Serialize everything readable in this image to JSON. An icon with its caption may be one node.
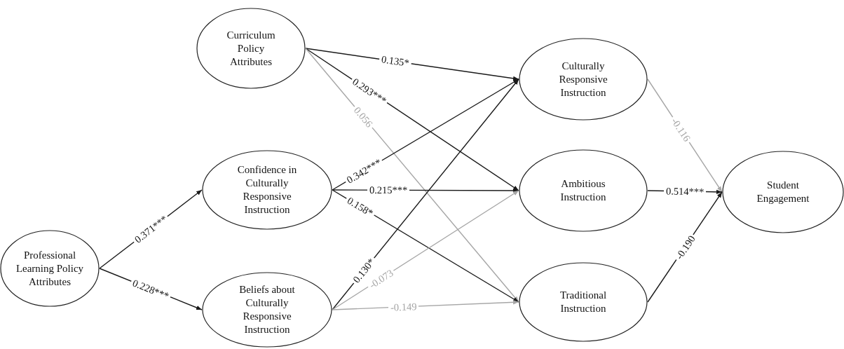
{
  "diagram": {
    "nodes": [
      {
        "text": [
          "Professional Learning Policy Attributes"
        ]
      },
      {
        "text": [
          "Curriculum Policy Attributes"
        ]
      },
      {
        "text": [
          "Confidence in Culturally Responsive Instruction"
        ]
      },
      {
        "text": [
          "Beliefs about Culturally Responsive Instruction"
        ]
      },
      {
        "text": [
          "Culturally Responsive Instruction"
        ]
      },
      {
        "text": [
          "Ambitious Instruction"
        ]
      },
      {
        "text": [
          "Traditional Instruction"
        ]
      },
      {
        "text": [
          "Student Engagement"
        ]
      }
    ],
    "edges": [
      {
        "from": 0,
        "to": 2,
        "arrow": "to",
        "label": "0.371***"
      },
      {
        "from": 0,
        "to": 3,
        "arrow": "to",
        "label": "0.228***"
      },
      {
        "from": 1,
        "to": 4,
        "arrow": "to",
        "label": "0.135*"
      },
      {
        "from": 1,
        "to": 5,
        "arrow": "to",
        "label": "0.293***"
      },
      {
        "from": 1,
        "to": 6,
        "arrow": "to",
        "label": "0.056",
        "color": "#a6a6a6"
      },
      {
        "from": 2,
        "to": 4,
        "arrow": "to",
        "label": "0.342***"
      },
      {
        "from": 2,
        "to": 5,
        "arrow": "to",
        "label": "0.215***"
      },
      {
        "from": 2,
        "to": 6,
        "arrow": "to",
        "label": "0.158*"
      },
      {
        "from": 3,
        "to": 4,
        "arrow": "to",
        "label": "0.130*"
      },
      {
        "from": 3,
        "to": 5,
        "arrow": "to",
        "label": "-0.073",
        "color": "#a6a6a6"
      },
      {
        "from": 3,
        "to": 6,
        "arrow": "to",
        "label": "-0.149",
        "color": "#a6a6a6"
      },
      {
        "from": 4,
        "to": 7,
        "arrow": "to",
        "label": "-0.116",
        "color": "#a6a6a6"
      },
      {
        "from": 5,
        "to": 7,
        "arrow": "to",
        "label": "0.514***"
      },
      {
        "from": 6,
        "to": 7,
        "arrow": "to",
        "label": "-0.190"
      }
    ]
  }
}
